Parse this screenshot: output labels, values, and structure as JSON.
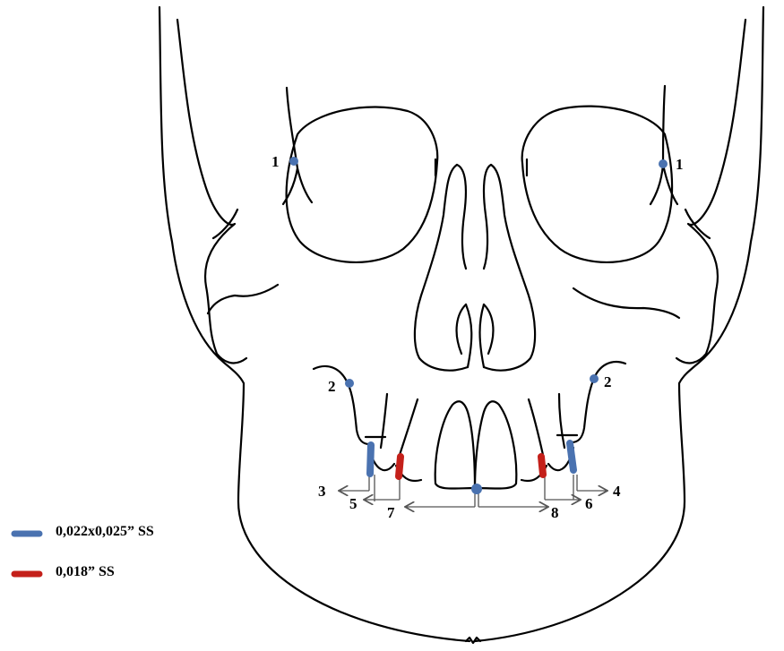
{
  "points": {
    "p1_left": "1",
    "p1_right": "1",
    "p2_left": "2",
    "p2_right": "2",
    "p3": "3",
    "p4": "4",
    "p5": "5",
    "p6": "6",
    "p7": "7",
    "p8": "8"
  },
  "legend": {
    "items": [
      {
        "label": "0,022x0,025” SS",
        "color": "#4a72b0"
      },
      {
        "label": "0,018” SS",
        "color": "#c4201a"
      }
    ]
  },
  "colors": {
    "blue_marker": "#4a72b0",
    "red_marker": "#c4201a",
    "outline": "#000000"
  }
}
